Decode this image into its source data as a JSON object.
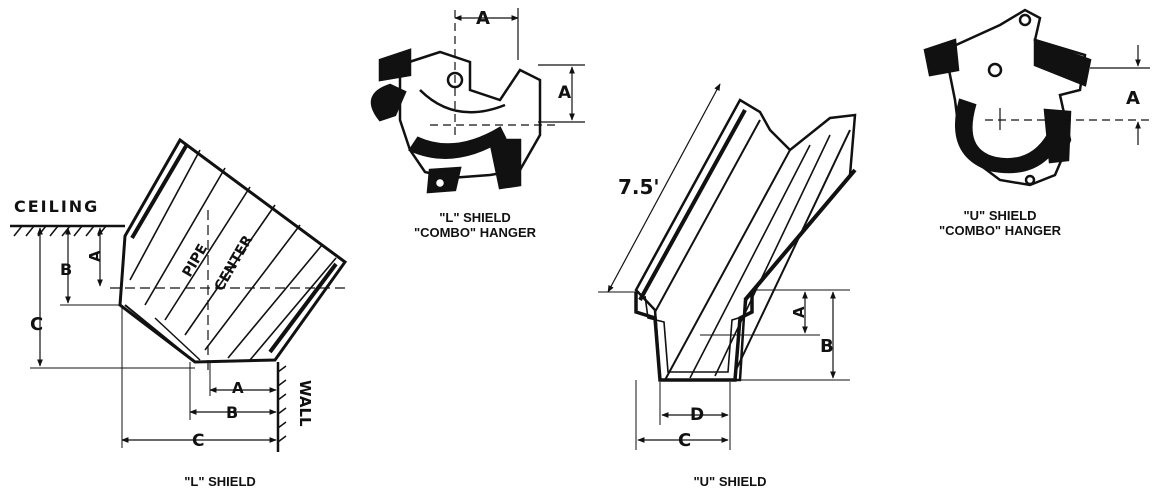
{
  "figures": {
    "l_shield": {
      "caption": "\"L\" SHIELD",
      "ceiling_label": "CEILING",
      "wall_label": "WALL",
      "pipe_label": "PIPE",
      "center_label": "CENTER",
      "dims": {
        "a_vert": "A",
        "b_vert": "B",
        "c_vert": "C",
        "a_horiz": "A",
        "b_horiz": "B",
        "c_horiz": "C"
      }
    },
    "l_combo": {
      "caption_line1": "\"L\" SHIELD",
      "caption_line2": "\"COMBO\" HANGER",
      "dims": {
        "a_top": "A",
        "a_side": "A"
      }
    },
    "u_shield": {
      "caption": "\"U\" SHIELD",
      "length_label": "7.5'",
      "dims": {
        "a": "A",
        "b": "B",
        "c": "C",
        "d": "D"
      }
    },
    "u_combo": {
      "caption_line1": "\"U\" SHIELD",
      "caption_line2": "\"COMBO\" HANGER",
      "dims": {
        "a": "A"
      }
    }
  }
}
